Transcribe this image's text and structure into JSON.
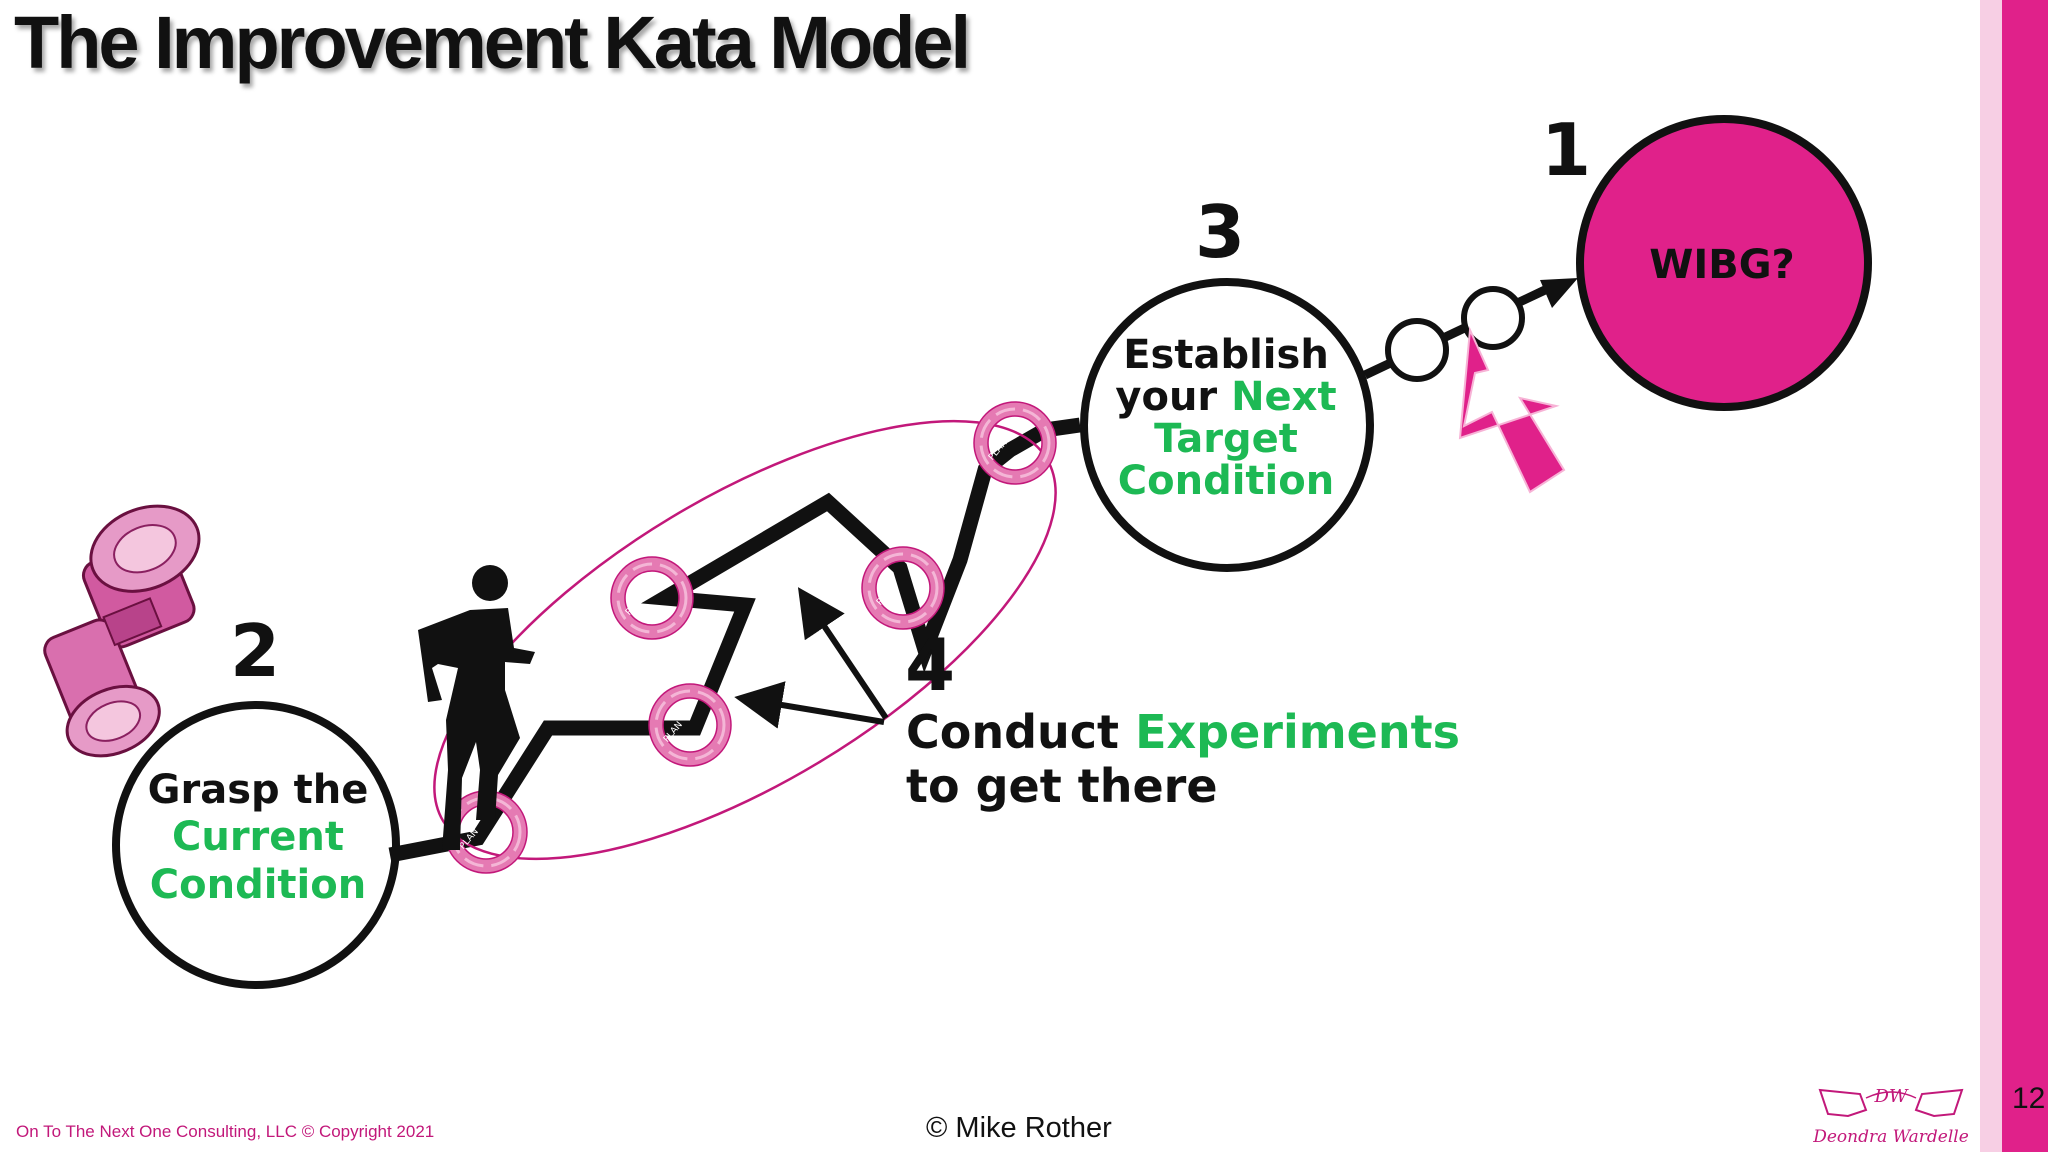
{
  "title": "The Improvement Kata Model",
  "steps": {
    "step1": {
      "number": "1",
      "label": "WIBG?"
    },
    "step2": {
      "number": "2",
      "line1": "Grasp the",
      "line2": "Current",
      "line3": "Condition"
    },
    "step3": {
      "number": "3",
      "line1": "Establish",
      "line2a": "your ",
      "line2b": "Next",
      "line3": "Target",
      "line4": "Condition"
    },
    "step4": {
      "number": "4",
      "line1a": "Conduct ",
      "line1b": "Experiments",
      "line2": "to get there"
    }
  },
  "pdca_labels": {
    "plan": "PLAN",
    "do": "DO",
    "check": "CHECK",
    "act": "ACT"
  },
  "footer": {
    "company": "On To The Next One Consulting, LLC © Copyright 2021",
    "credit": "© Mike Rother",
    "page_number": "12",
    "logo_initials": "DW",
    "logo_name": "Deondra Wardelle"
  },
  "colors": {
    "accent_pink": "#e0218a",
    "green": "#1db954",
    "text": "#111111"
  }
}
